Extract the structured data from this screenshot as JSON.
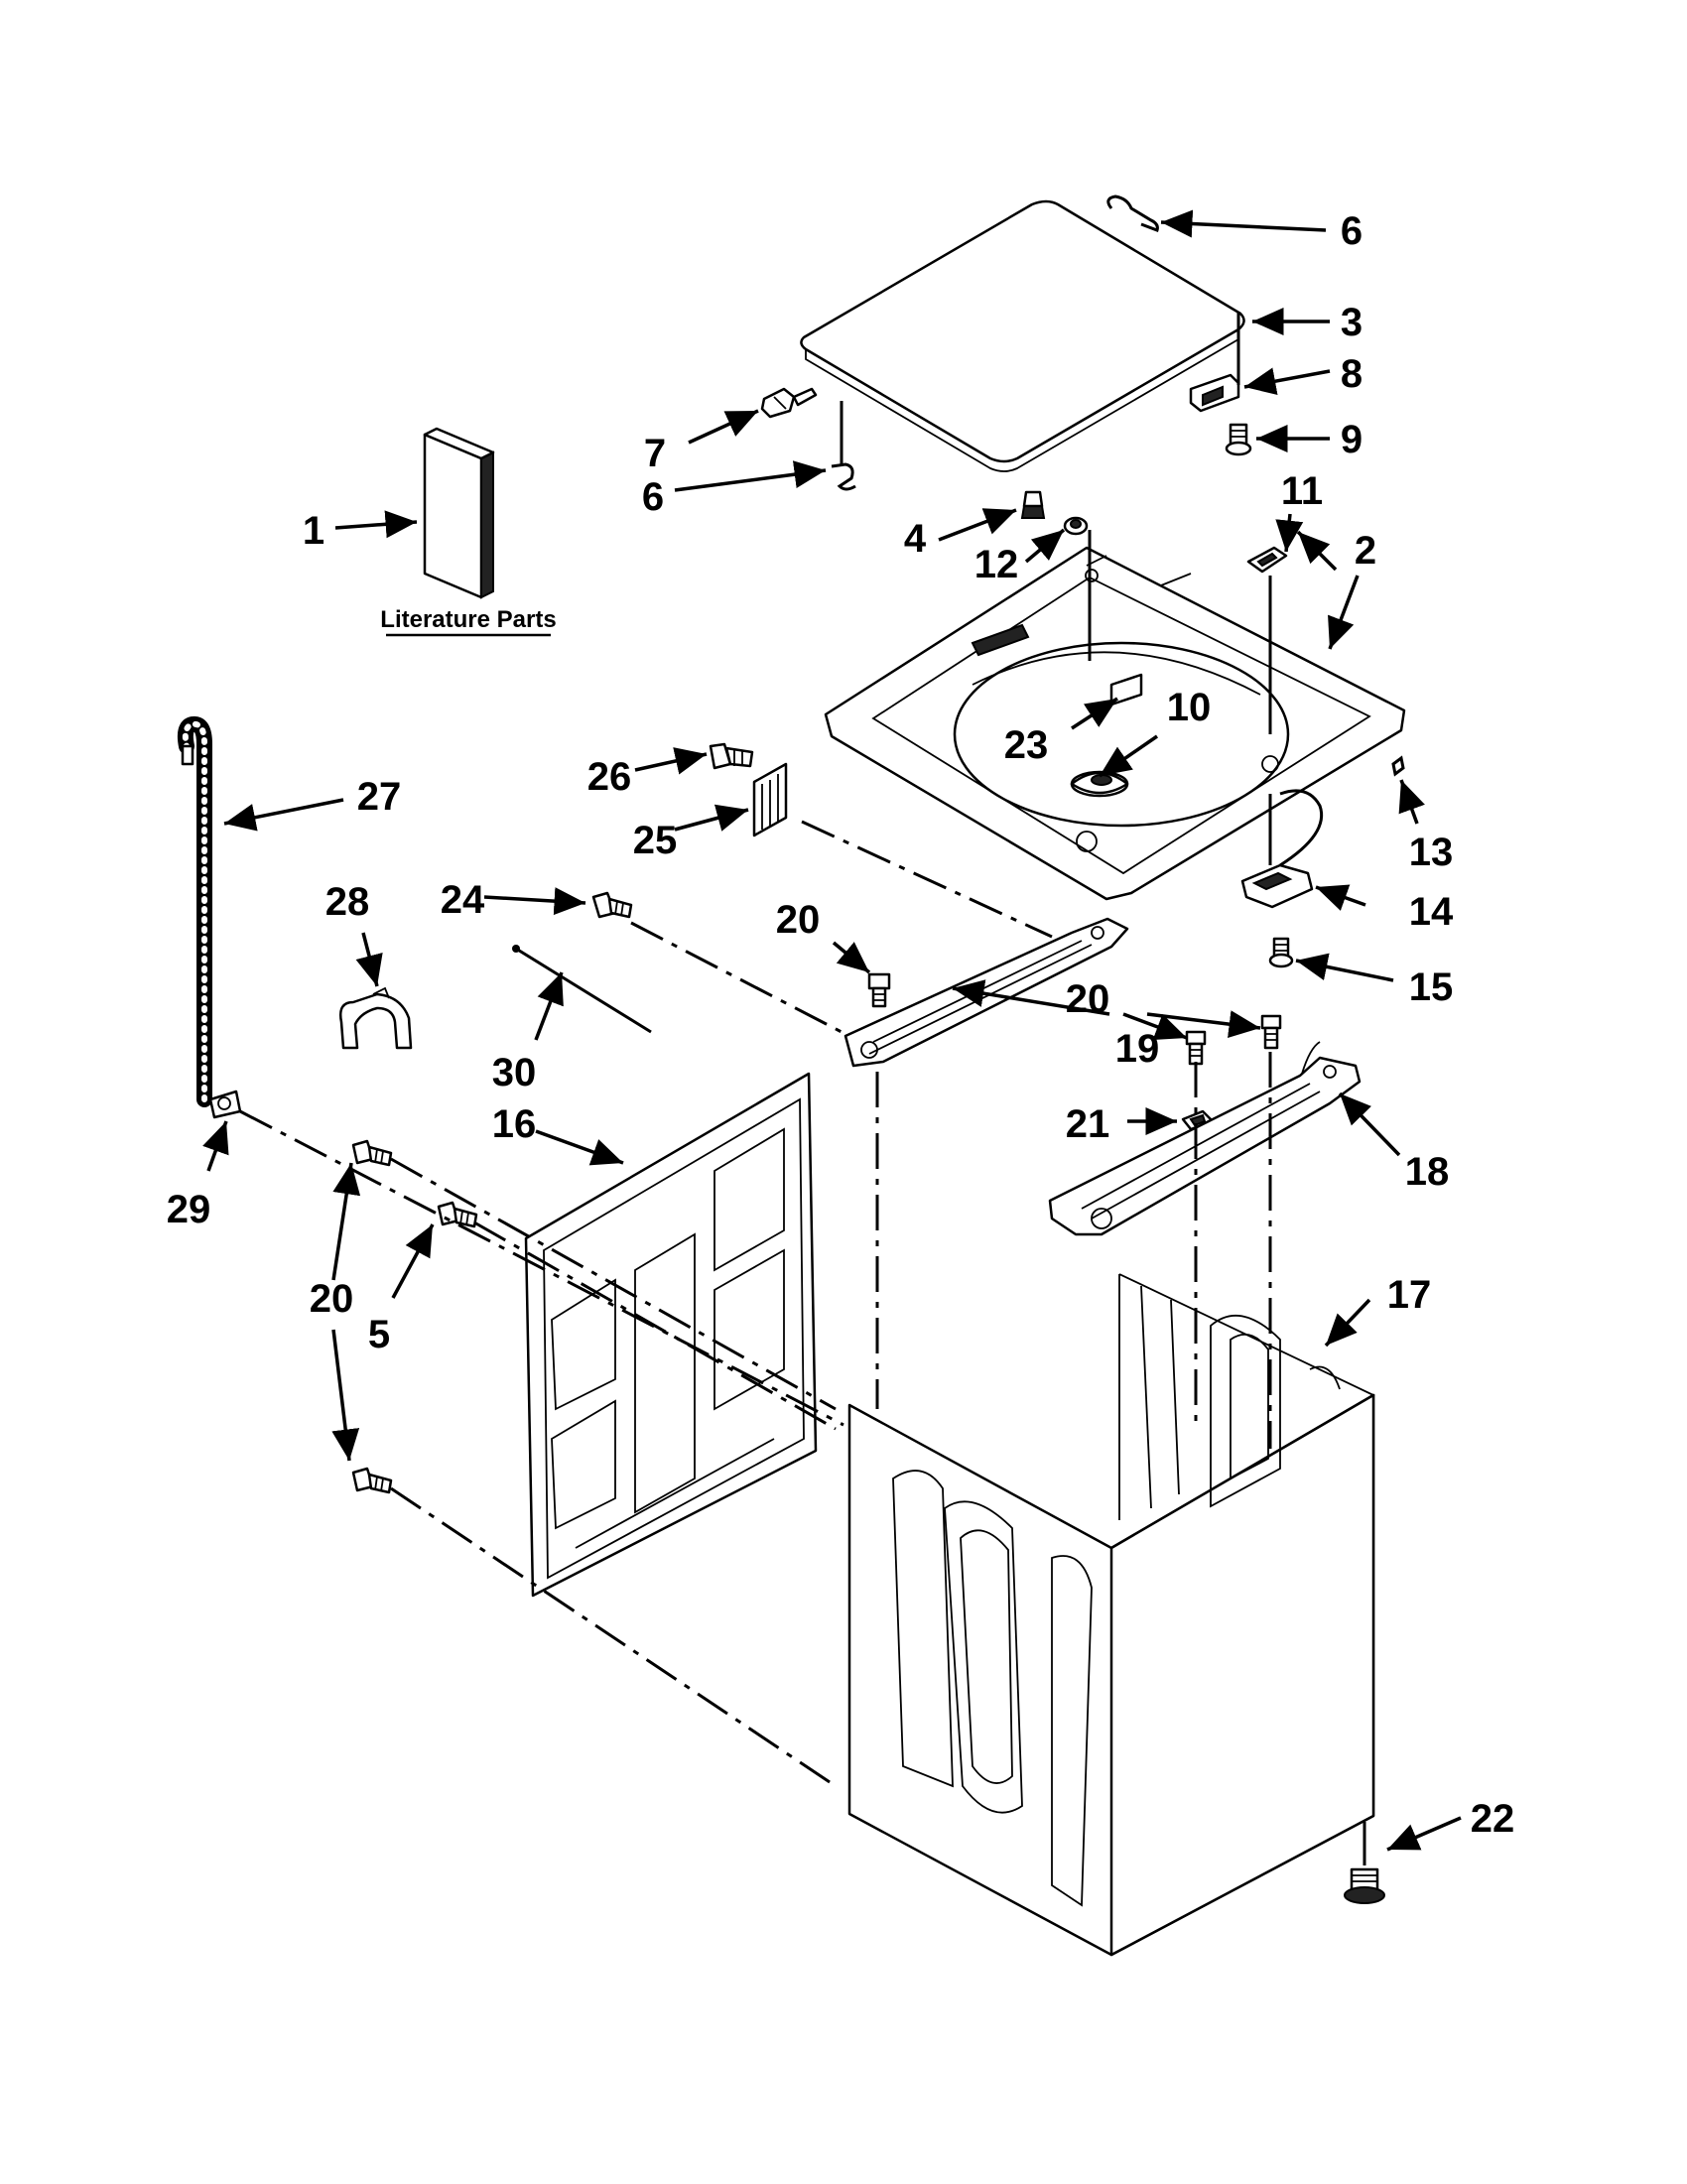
{
  "literature": {
    "label": "Literature Parts"
  },
  "callouts": [
    {
      "id": "c6a",
      "text": "6"
    },
    {
      "id": "c3",
      "text": "3"
    },
    {
      "id": "c8",
      "text": "8"
    },
    {
      "id": "c9",
      "text": "9"
    },
    {
      "id": "c7",
      "text": "7"
    },
    {
      "id": "c6b",
      "text": "6"
    },
    {
      "id": "c1",
      "text": "1"
    },
    {
      "id": "c4",
      "text": "4"
    },
    {
      "id": "c12",
      "text": "12"
    },
    {
      "id": "c11",
      "text": "11"
    },
    {
      "id": "c2",
      "text": "2"
    },
    {
      "id": "c10",
      "text": "10"
    },
    {
      "id": "c23",
      "text": "23"
    },
    {
      "id": "c27",
      "text": "27"
    },
    {
      "id": "c26",
      "text": "26"
    },
    {
      "id": "c25",
      "text": "25"
    },
    {
      "id": "c13",
      "text": "13"
    },
    {
      "id": "c14",
      "text": "14"
    },
    {
      "id": "c15",
      "text": "15"
    },
    {
      "id": "c28",
      "text": "28"
    },
    {
      "id": "c24",
      "text": "24"
    },
    {
      "id": "c20a",
      "text": "20"
    },
    {
      "id": "c20b",
      "text": "20"
    },
    {
      "id": "c19",
      "text": "19"
    },
    {
      "id": "c30",
      "text": "30"
    },
    {
      "id": "c16",
      "text": "16"
    },
    {
      "id": "c21",
      "text": "21"
    },
    {
      "id": "c18",
      "text": "18"
    },
    {
      "id": "c29",
      "text": "29"
    },
    {
      "id": "c17",
      "text": "17"
    },
    {
      "id": "c20c",
      "text": "20"
    },
    {
      "id": "c5",
      "text": "5"
    },
    {
      "id": "c22",
      "text": "22"
    }
  ]
}
